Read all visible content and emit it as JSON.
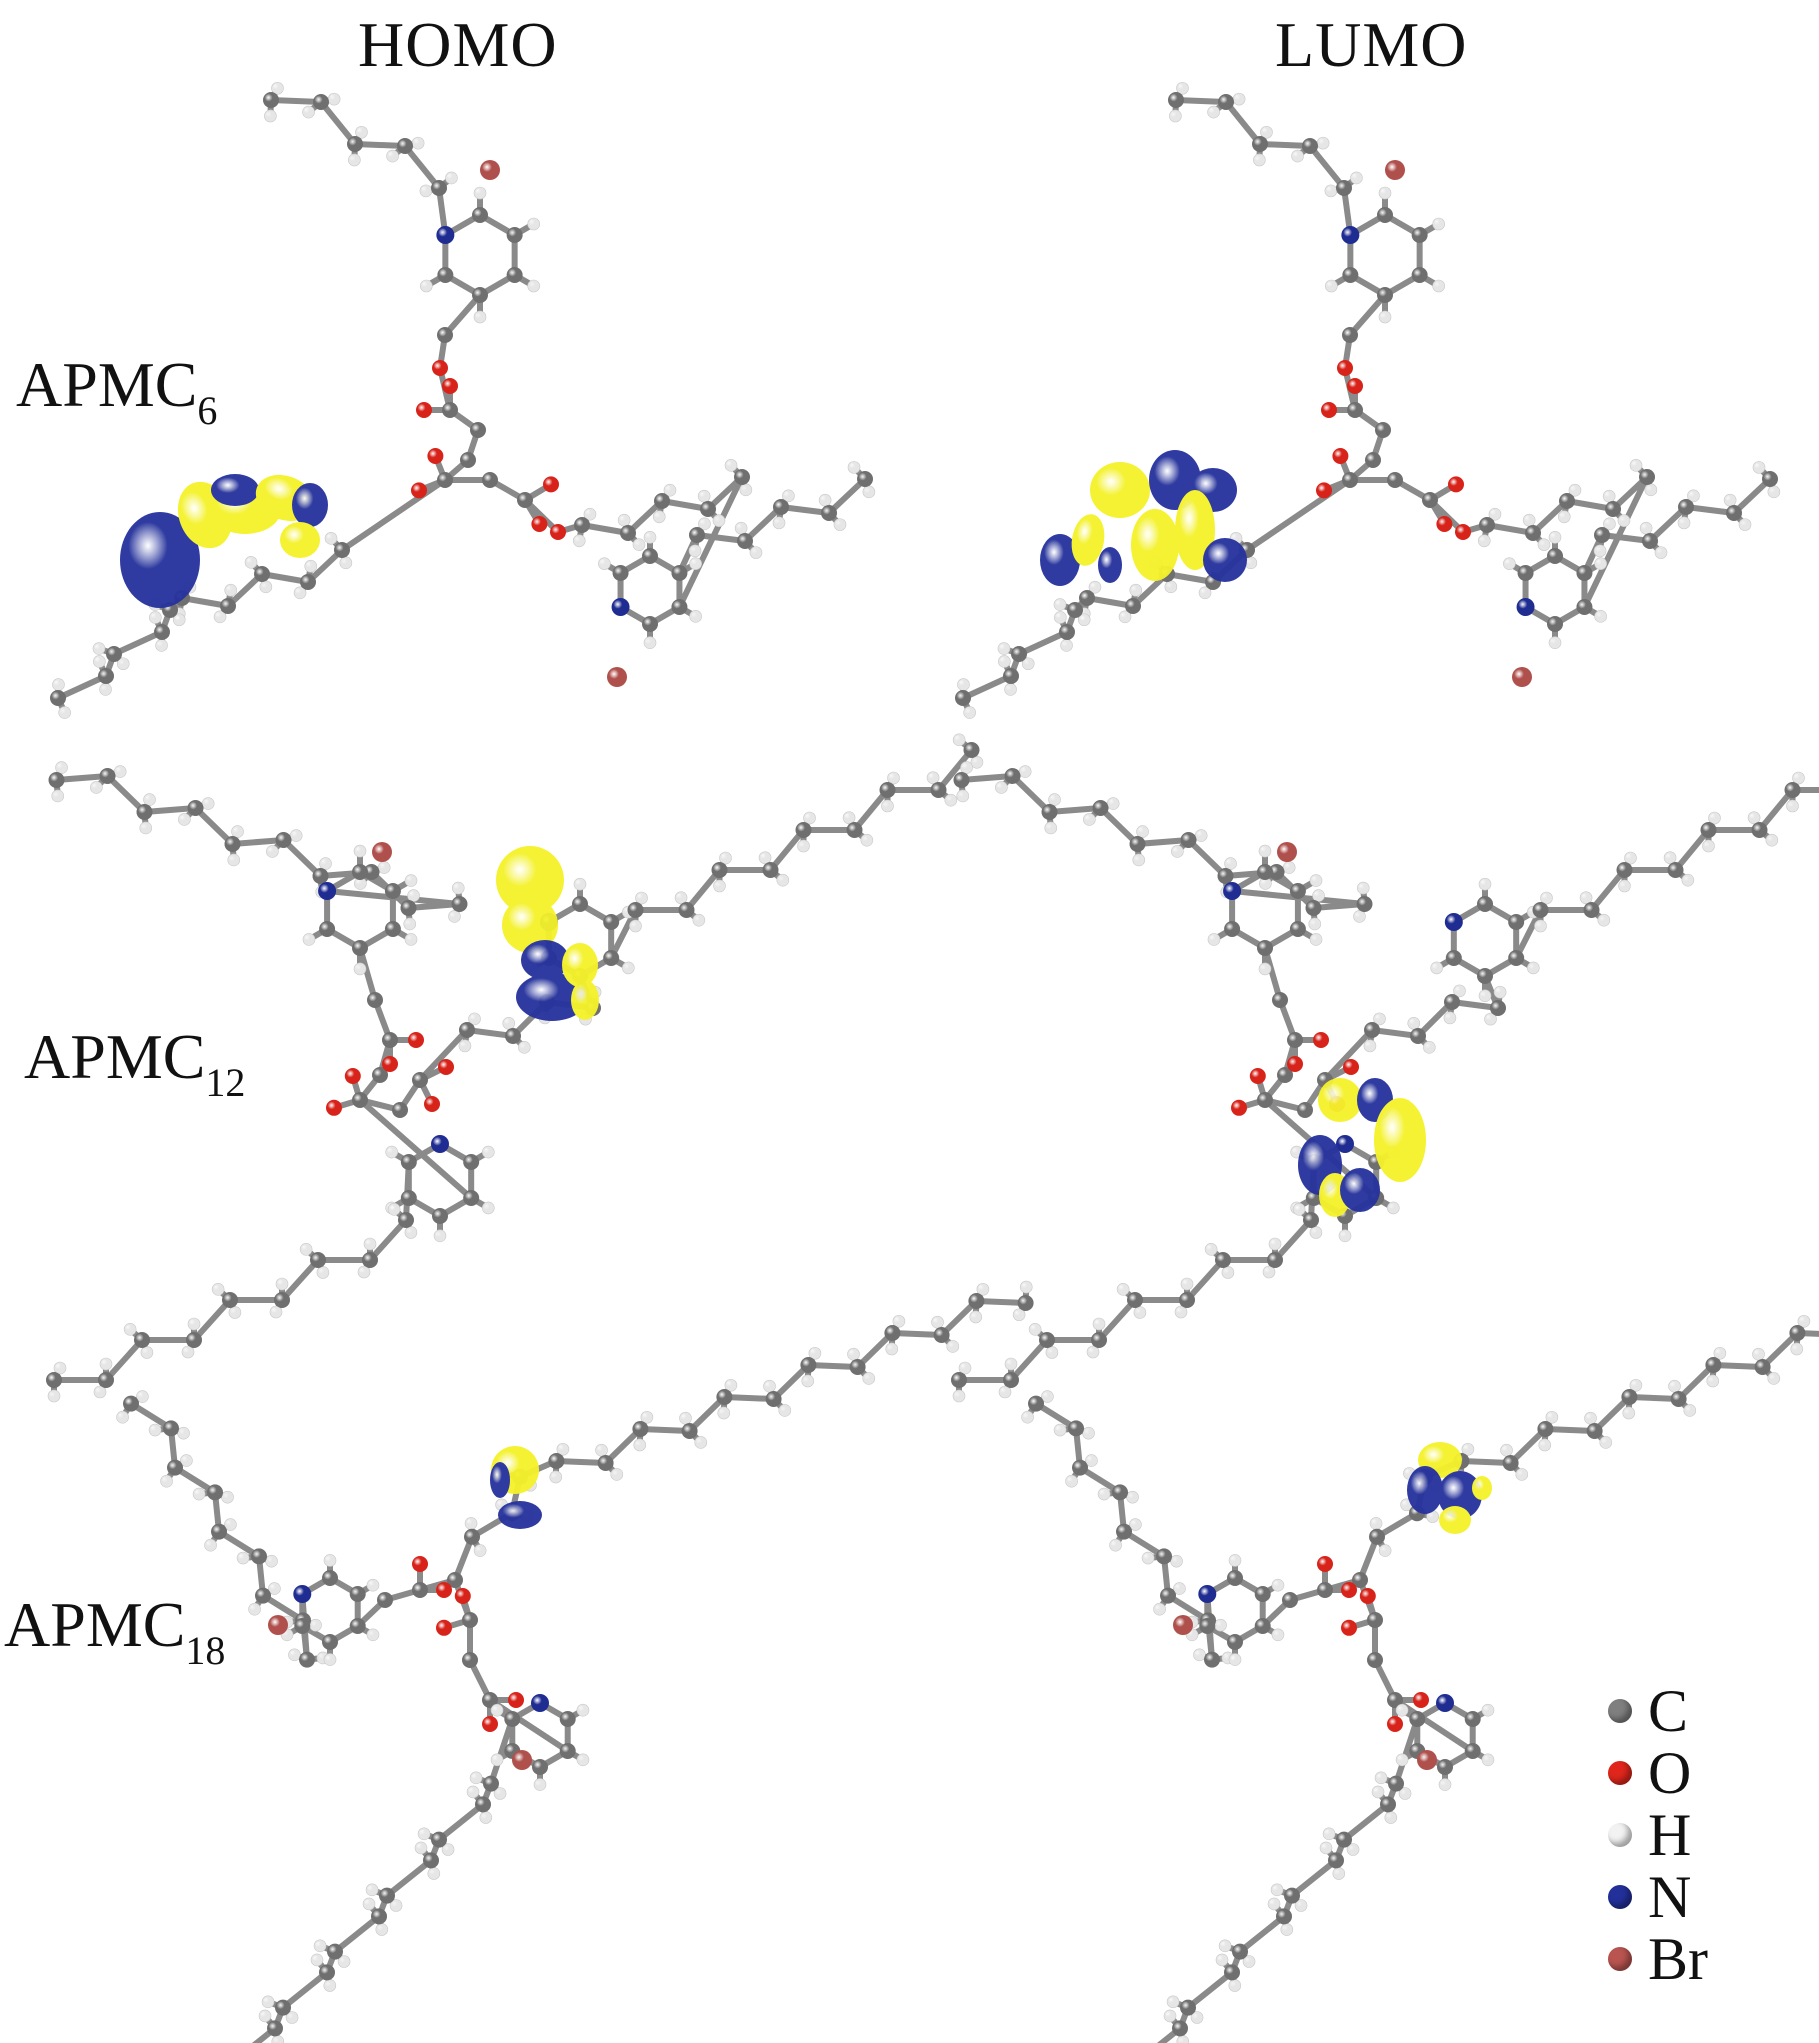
{
  "columns": [
    {
      "title": "HOMO"
    },
    {
      "title": "LUMO"
    }
  ],
  "rows": [
    {
      "label": "APMC",
      "subscript": "6"
    },
    {
      "label": "APMC",
      "subscript": "12"
    },
    {
      "label": "APMC",
      "subscript": "18"
    }
  ],
  "legend": [
    {
      "label": "C",
      "color": "#7f7f7f"
    },
    {
      "label": "O",
      "color": "#e0261c"
    },
    {
      "label": "H",
      "color": "#f2f2f2"
    },
    {
      "label": "N",
      "color": "#23309a"
    },
    {
      "label": "Br",
      "color": "#b95450"
    }
  ],
  "orbital_colors": {
    "positive": "#f4f22a",
    "negative": "#26339c"
  }
}
